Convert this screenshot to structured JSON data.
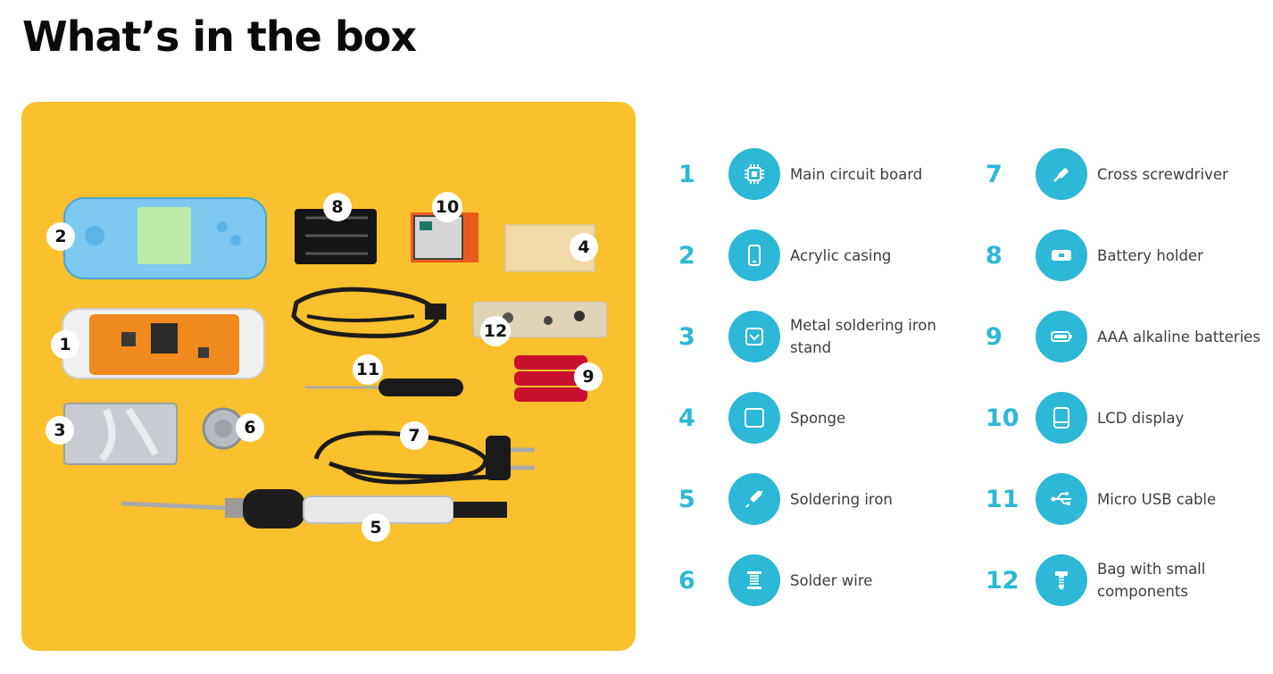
{
  "page": {
    "title": "What’s in the box"
  },
  "photo_badges": [
    "1",
    "2",
    "3",
    "4",
    "5",
    "6",
    "7",
    "8",
    "9",
    "10",
    "11",
    "12"
  ],
  "colors": {
    "accent": "#2cb8d6",
    "panel": "#fbc02d"
  },
  "items": [
    {
      "number": "1",
      "label": "Main circuit board",
      "icon": "chip-icon"
    },
    {
      "number": "2",
      "label": "Acrylic casing",
      "icon": "phone-icon"
    },
    {
      "number": "3",
      "label": "Metal soldering iron stand",
      "icon": "stand-icon"
    },
    {
      "number": "4",
      "label": "Sponge",
      "icon": "square-icon"
    },
    {
      "number": "5",
      "label": "Soldering iron",
      "icon": "soldering-iron-icon"
    },
    {
      "number": "6",
      "label": "Solder wire",
      "icon": "spool-icon"
    },
    {
      "number": "7",
      "label": "Cross screwdriver",
      "icon": "screwdriver-icon"
    },
    {
      "number": "8",
      "label": "Battery holder",
      "icon": "battery-holder-icon"
    },
    {
      "number": "9",
      "label": "AAA alkaline batteries",
      "icon": "battery-icon"
    },
    {
      "number": "10",
      "label": "LCD display",
      "icon": "tablet-icon"
    },
    {
      "number": "11",
      "label": "Micro USB cable",
      "icon": "usb-icon"
    },
    {
      "number": "12",
      "label": "Bag with small components",
      "icon": "screw-icon"
    }
  ]
}
